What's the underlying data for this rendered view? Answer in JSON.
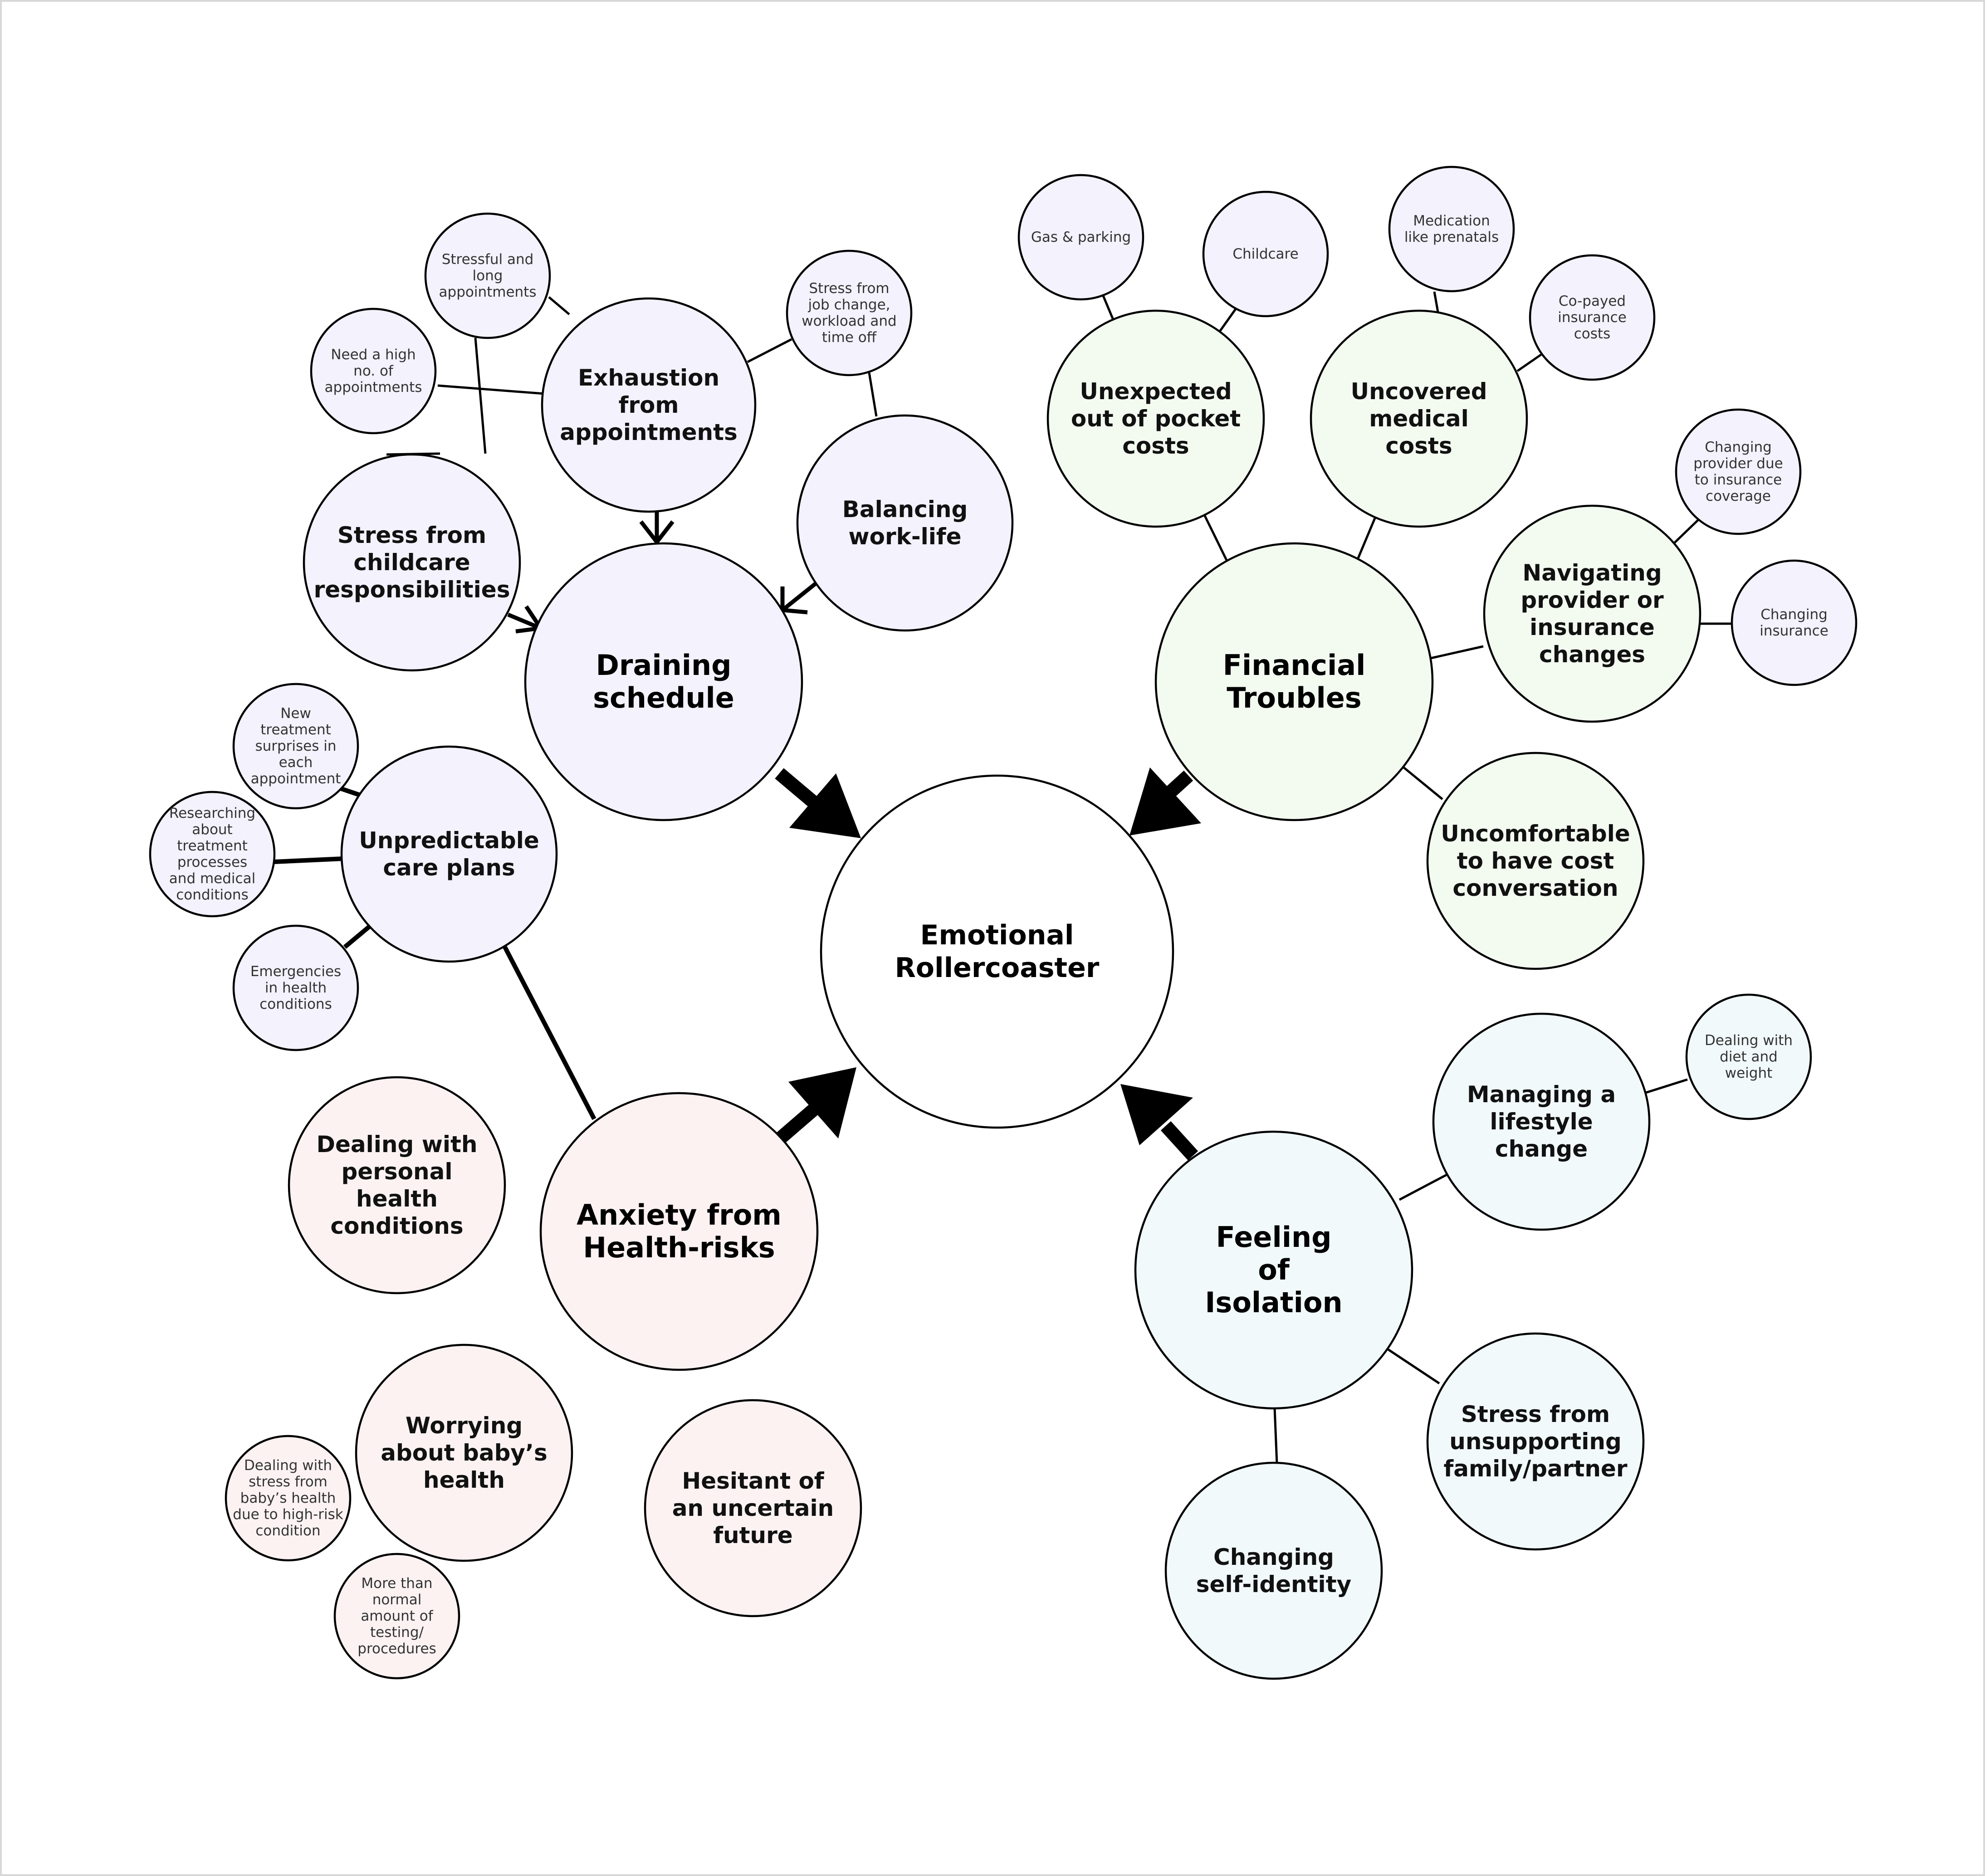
{
  "colors": {
    "lavender": "#f3f2fd",
    "mint": "#f3fbf1",
    "blush": "#fcf2f2",
    "ice": "#f1f9fb",
    "white": "#ffffff",
    "outline": "#000000"
  },
  "center": {
    "label": "Emotional Rollercoaster"
  },
  "clusters": [
    {
      "id": "draining-schedule",
      "label": "Draining schedule",
      "children": [
        {
          "label": "Exhaustion from appointments",
          "children": [
            "Stressful and long appointments",
            "Need a high no. of appointments",
            "Stress from job change, workload and time off"
          ]
        },
        {
          "label": "Stress from childcare responsibilities"
        },
        {
          "label": "Balancing work-life"
        },
        {
          "label": "Unpredictable care plans",
          "children": [
            "New treatment surprises in each appointment",
            "Researching about treatment processes and medical conditions",
            "Emergencies in health conditions"
          ]
        }
      ]
    },
    {
      "id": "financial-troubles",
      "label": "Financial Troubles",
      "children": [
        {
          "label": "Unexpected out of pocket costs",
          "children": [
            "Gas & parking",
            "Childcare"
          ]
        },
        {
          "label": "Uncovered medical costs",
          "children": [
            "Medication like prenatals",
            "Co-payed insurance costs"
          ]
        },
        {
          "label": "Navigating provider or insurance changes",
          "children": [
            "Changing provider due to insurance coverage",
            "Changing insurance"
          ]
        },
        {
          "label": "Uncomfortable to have cost conversation"
        }
      ]
    },
    {
      "id": "anxiety-health-risks",
      "label": "Anxiety from Health-risks",
      "children": [
        {
          "label": "Dealing with personal health conditions"
        },
        {
          "label": "Worrying about baby’s health",
          "children": [
            "Dealing with stress from baby’s health due to high-risk condition",
            "More than normal amount of testing/ procedures"
          ]
        },
        {
          "label": "Hesitant of an uncertain future"
        }
      ]
    },
    {
      "id": "feeling-of-isolation",
      "label": "Feeling of Isolation",
      "children": [
        {
          "label": "Managing a lifestyle change",
          "children": [
            "Dealing with diet and weight"
          ]
        },
        {
          "label": "Stress from unsupporting family/partner"
        },
        {
          "label": "Changing self-identity"
        }
      ]
    }
  ]
}
